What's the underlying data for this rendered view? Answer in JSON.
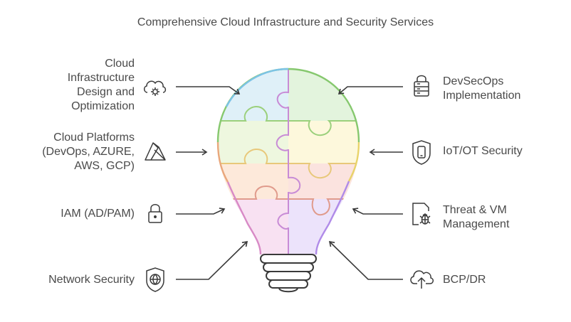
{
  "title": "Comprehensive Cloud Infrastructure and Security Services",
  "left_items": [
    {
      "lines": [
        "Cloud",
        "Infrastructure",
        "Design and",
        "Optimization"
      ],
      "icon": "cloud-gear-icon"
    },
    {
      "lines": [
        "Cloud Platforms",
        "(DevOps, AZURE,",
        "AWS, GCP)"
      ],
      "icon": "azure-logo-icon"
    },
    {
      "lines": [
        "IAM (AD/PAM)"
      ],
      "icon": "lock-icon"
    },
    {
      "lines": [
        "Network Security"
      ],
      "icon": "globe-shield-icon"
    }
  ],
  "right_items": [
    {
      "lines": [
        "DevSecOps",
        "Implementation"
      ],
      "icon": "server-lock-icon"
    },
    {
      "lines": [
        "IoT/OT Security"
      ],
      "icon": "device-shield-icon"
    },
    {
      "lines": [
        "Threat & VM",
        "Management"
      ],
      "icon": "file-bug-icon"
    },
    {
      "lines": [
        "BCP/DR"
      ],
      "icon": "cloud-upload-icon"
    }
  ],
  "colors": {
    "blue": "#dff0f8",
    "green": "#e6f4dc",
    "lightgreen": "#eef7df",
    "yellow": "#fdf8dc",
    "orange": "#fde8d8",
    "peach": "#fbe5df",
    "pink": "#f8e1f2",
    "purple": "#ece3fb",
    "stroke_blue": "#7cc3e6",
    "stroke_green": "#8ccf6b",
    "stroke_yellow": "#e8d36a",
    "stroke_orange": "#e9a77c",
    "stroke_red": "#e27b7b",
    "stroke_pink": "#d88ac6",
    "stroke_purple": "#b08be8",
    "icon": "#3a3a3a"
  }
}
